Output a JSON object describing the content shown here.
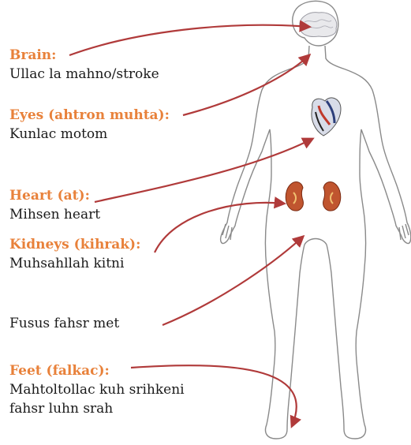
{
  "callouts": [
    {
      "term": "Brain:",
      "desc": "Ullac la mahno/stroke"
    },
    {
      "term": "Eyes (ahtron muhta):",
      "desc": "Kunlac motom"
    },
    {
      "term": "Heart (at):",
      "desc": "Mihsen heart"
    },
    {
      "term": "Kidneys (kihrak):",
      "desc": "Muhsahllah kitni"
    },
    {
      "term": "",
      "desc": "Fusus fahsr met"
    },
    {
      "term": "Feet (falkac):",
      "desc": "Mahtoltollac kuh srihkeni",
      "desc2": "fahsr luhn srah"
    }
  ],
  "colors": {
    "term": "#e8813a",
    "arrow": "#b03a3a",
    "outline": "#8a8a8a",
    "text": "#1a1a1a"
  }
}
